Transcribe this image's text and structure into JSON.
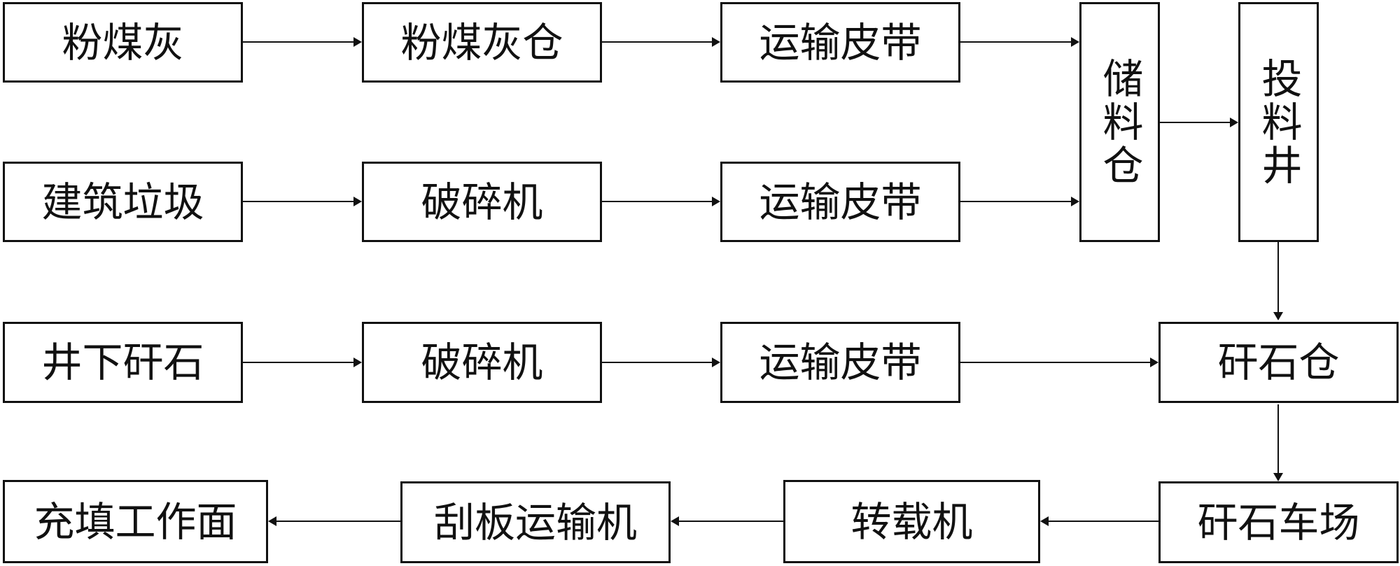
{
  "nodes": {
    "fly_ash": "粉煤灰",
    "fly_ash_silo": "粉煤灰仓",
    "belt_1": "运输皮带",
    "storage_bin": "储料仓",
    "feed_shaft": "投料井",
    "construction_waste": "建筑垃圾",
    "crusher_1": "破碎机",
    "belt_2": "运输皮带",
    "underground_gangue": "井下矸石",
    "crusher_2": "破碎机",
    "belt_3": "运输皮带",
    "gangue_bin": "矸石仓",
    "gangue_yard": "矸石车场",
    "transfer_machine": "转载机",
    "scraper_conveyor": "刮板运输机",
    "filling_face": "充填工作面"
  },
  "edges": [
    [
      "fly_ash",
      "fly_ash_silo"
    ],
    [
      "fly_ash_silo",
      "belt_1"
    ],
    [
      "belt_1",
      "storage_bin"
    ],
    [
      "construction_waste",
      "crusher_1"
    ],
    [
      "crusher_1",
      "belt_2"
    ],
    [
      "belt_2",
      "storage_bin"
    ],
    [
      "storage_bin",
      "feed_shaft"
    ],
    [
      "feed_shaft",
      "gangue_bin"
    ],
    [
      "underground_gangue",
      "crusher_2"
    ],
    [
      "crusher_2",
      "belt_3"
    ],
    [
      "belt_3",
      "gangue_bin"
    ],
    [
      "gangue_bin",
      "gangue_yard"
    ],
    [
      "gangue_yard",
      "transfer_machine"
    ],
    [
      "transfer_machine",
      "scraper_conveyor"
    ],
    [
      "scraper_conveyor",
      "filling_face"
    ]
  ]
}
